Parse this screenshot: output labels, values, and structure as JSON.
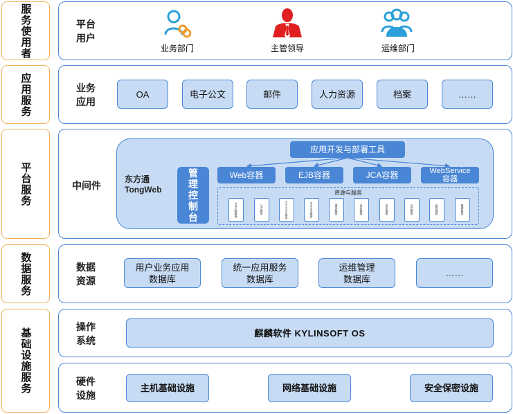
{
  "categories": {
    "service_users": "服务使用者",
    "app_services": "应用服务",
    "platform_services": "平台服务",
    "data_services": "数据服务",
    "infra_services": "基础设施服务"
  },
  "rows": {
    "platform_users": {
      "label": "平台\n用户",
      "items": [
        "业务部门",
        "主管领导",
        "运维部门"
      ]
    },
    "business_apps": {
      "label": "业务\n应用",
      "items": [
        "OA",
        "电子公文",
        "邮件",
        "人力资源",
        "档案",
        "……"
      ]
    },
    "middleware": {
      "label": "中间件",
      "product": "东方通\nTongWeb",
      "console": "管\n理\n控\n制\n台",
      "dev_tool": "应用开发与部署工具",
      "containers": [
        "Web容器",
        "EJB容器",
        "JCA容器",
        "WebService\n容器"
      ],
      "resources_title": "资源与服务",
      "resources": [
        "JDBC数据源",
        "JMS服务",
        "Connector服务",
        "JavaMail服务",
        "事务服务",
        "命名服务",
        "安全服务",
        "日志服务",
        "监控服务",
        "集群服务"
      ]
    },
    "data_resources": {
      "label": "数据\n资源",
      "items": [
        "用户业务应用\n数据库",
        "统一应用服务\n数据库",
        "运维管理\n数据库",
        "……"
      ]
    },
    "os": {
      "label": "操作\n系统",
      "value": "麒麟软件 KYLINSOFT OS"
    },
    "hardware": {
      "label": "硬件\n设施",
      "items": [
        "主机基础设施",
        "网络基础设施",
        "安全保密设施"
      ]
    }
  },
  "colors": {
    "accent_blue": "#4a86d6",
    "light_blue": "#c7dcf4",
    "orange_outline": "#f2b25a",
    "red_icon": "#e02020",
    "teal_icon": "#2a9fd8"
  },
  "icons": [
    "business-dept-icon",
    "leader-icon",
    "ops-dept-icon"
  ]
}
